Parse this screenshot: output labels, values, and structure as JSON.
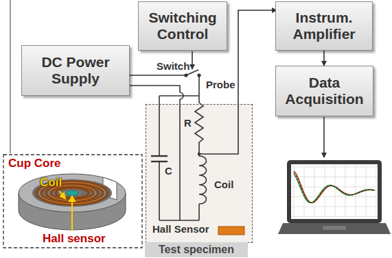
{
  "diagram": {
    "nodes": [
      {
        "text": [
          "Switching Control"
        ]
      },
      {
        "text": [
          "Instrum. Amplifier"
        ]
      },
      {
        "text": [
          "DC Power Supply"
        ]
      },
      {
        "text": [
          "Data Acquisition"
        ]
      },
      {
        "text": [
          "Test specimen"
        ]
      }
    ],
    "edges": [
      {
        "from": 1,
        "to": 3,
        "arrow": "to"
      }
    ],
    "labels": [
      "Switch",
      "Probe",
      "R",
      "C",
      "Coil",
      "Hall Sensor",
      "Cup Core",
      "Coil",
      "Hall sensor"
    ]
  }
}
